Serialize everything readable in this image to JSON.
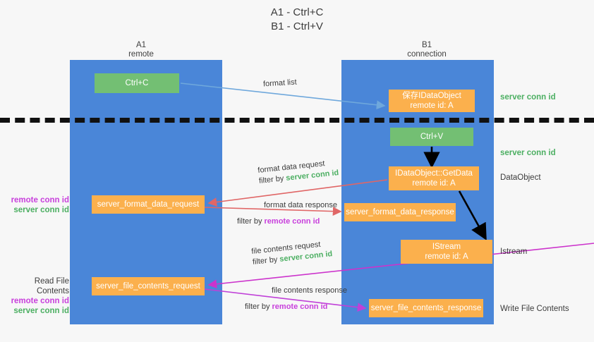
{
  "title": {
    "line1": "A1 - Ctrl+C",
    "line2": "B1 - Ctrl+V"
  },
  "columns": {
    "left": {
      "name": "A1",
      "role": "remote"
    },
    "right": {
      "name": "B1",
      "role": "connection"
    }
  },
  "nodes": {
    "ctrl_c": {
      "label": "Ctrl+C",
      "color": "#73bf73"
    },
    "dataobject": {
      "line1": "保存IDataObject",
      "line2": "remote id: A",
      "color": "#fbb04d"
    },
    "ctrl_v": {
      "label": "Ctrl+V",
      "color": "#73bf73"
    },
    "getdata": {
      "line1": "IDataObject::GetData",
      "line2": "remote id: A",
      "color": "#fbb04d"
    },
    "format_data_request": {
      "label": "server_format_data_request",
      "color": "#fbb04d"
    },
    "format_data_response": {
      "label": "server_format_data_response",
      "color": "#fbb04d"
    },
    "istream": {
      "line1": "IStream",
      "line2": "remote id: A",
      "color": "#fbb04d"
    },
    "file_contents_request": {
      "label": "server_file_contents_request",
      "color": "#fbb04d"
    },
    "file_contents_response": {
      "label": "server_file_contents_response",
      "color": "#fbb04d"
    }
  },
  "side_labels": {
    "server_conn_id_1": "server conn id",
    "server_conn_id_2": "server conn id",
    "dataobject": "DataObject",
    "istream": "Istream",
    "write_file_contents": "Write File Contents",
    "read_file_contents": "Read File Contents",
    "remote_conn_id": "remote conn id",
    "server_conn_id": "server conn id"
  },
  "edges": {
    "format_list": {
      "label": "format list",
      "color": "#6fa8dc"
    },
    "format_data_request": {
      "line1": "format data request",
      "filter_prefix": "filter by ",
      "filter_value": "server conn id",
      "color": "#e06666"
    },
    "format_data_response": {
      "line1": "format data response",
      "filter_prefix": "filter by ",
      "filter_value": "remote conn id",
      "color": "#e06666"
    },
    "file_contents_request": {
      "line1": "file contents request",
      "filter_prefix": "filter by ",
      "filter_value": "server conn id",
      "color": "#cc33cc"
    },
    "file_contents_response": {
      "line1": "file contents response",
      "filter_prefix": "filter by ",
      "filter_value": "remote conn id",
      "color": "#c040d8"
    }
  },
  "colors": {
    "lane": "#4a86d8",
    "green_node": "#73bf73",
    "orange_node": "#fbb04d",
    "green_text": "#4caf62",
    "purple_text": "#c840dc",
    "background": "#f7f7f7"
  }
}
